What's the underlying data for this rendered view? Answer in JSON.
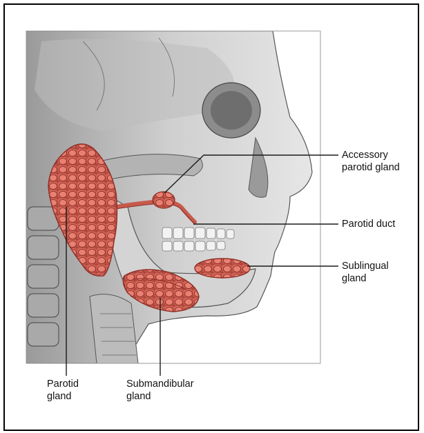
{
  "labels": {
    "accessory_parotid_gland": "Accessory\nparotid gland",
    "parotid_duct": "Parotid duct",
    "sublingual_gland": "Sublingual\ngland",
    "parotid_gland": "Parotid\ngland",
    "submandibular_gland": "Submandibular\ngland"
  },
  "colors": {
    "gland_fill": "#d9695a",
    "gland_edge": "#8f2f27",
    "leader_line": "#1a1a1a",
    "skull": "#c8c8c8",
    "background": "#ffffff"
  }
}
